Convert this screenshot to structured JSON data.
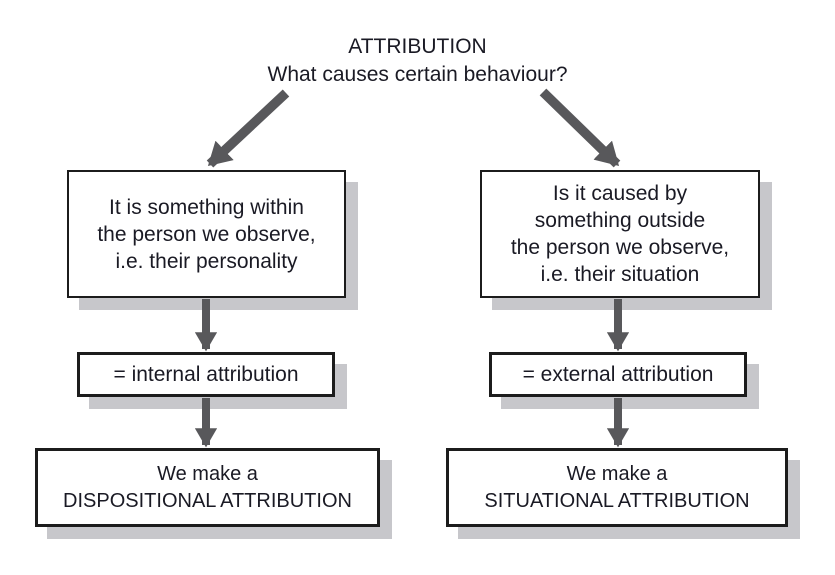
{
  "title": {
    "line1": "ATTRIBUTION",
    "line2": "What causes certain behaviour?"
  },
  "left_branch": {
    "question": {
      "line1": "It is something within",
      "line2": "the person we observe,",
      "line3": "i.e. their personality"
    },
    "label": "= internal attribution",
    "conclusion": {
      "line1": "We make a",
      "line2": "DISPOSITIONAL ATTRIBUTION"
    }
  },
  "right_branch": {
    "question": {
      "line1": "Is it caused by",
      "line2": "something outside",
      "line3": "the person we observe,",
      "line4": "i.e. their situation"
    },
    "label": "= external attribution",
    "conclusion": {
      "line1": "We make a",
      "line2": "SITUATIONAL ATTRIBUTION"
    }
  },
  "colors": {
    "arrow": "#58585b",
    "shadow": "#c7c7cb",
    "border": "#1c1c1c",
    "text": "#1a1a24",
    "background": "#ffffff"
  }
}
